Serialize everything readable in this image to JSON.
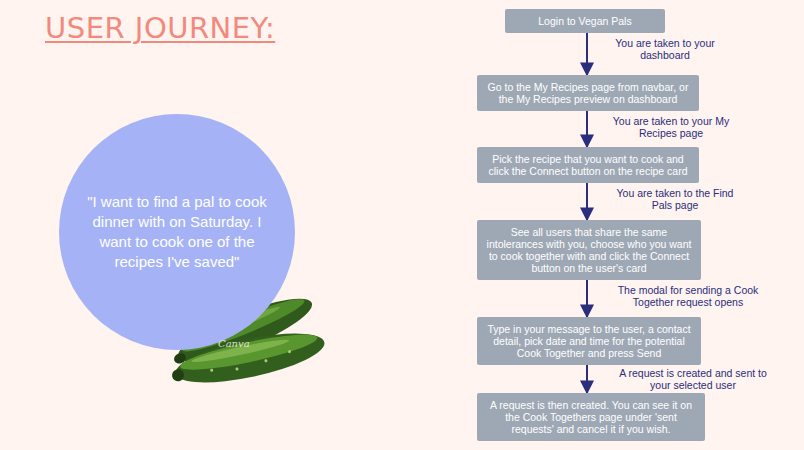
{
  "diagram": {
    "title": "USER JOURNEY:",
    "nodes": [
      {
        "text": [
          "\"I want to find a pal to cook dinner with on Saturday. I want to cook one of the recipes I've saved\""
        ]
      },
      {
        "text": [
          "Login to Vegan Pals"
        ]
      },
      {
        "text": [
          "Go to the My Recipes page from navbar, or the My Recipes preview on dashboard"
        ]
      },
      {
        "text": [
          "Pick the recipe that you want to cook and click the Connect button on the recipe card"
        ]
      },
      {
        "text": [
          "See all users that share the same intolerances with you, choose who you want to cook together with and click the Connect button on the user's card"
        ]
      },
      {
        "text": [
          "Type in your message to the user, a contact detail, pick date and time for the potential Cook Together and press Send"
        ]
      },
      {
        "text": [
          "A request is then created. You can see it on the Cook Togethers page under 'sent requests' and cancel it if you wish."
        ]
      }
    ],
    "edges": [
      {
        "from": 1,
        "to": 2,
        "arrow": "to",
        "label": "You are taken to your dashboard"
      },
      {
        "from": 2,
        "to": 3,
        "arrow": "to",
        "label": "You are taken to your My Recipes page"
      },
      {
        "from": 3,
        "to": 4,
        "arrow": "to",
        "label": "You are taken to the Find Pals page"
      },
      {
        "from": 4,
        "to": 5,
        "arrow": "to",
        "label": "The modal for sending a Cook Together request opens"
      },
      {
        "from": 5,
        "to": 6,
        "arrow": "to",
        "label": "A request is created and sent to your selected user"
      }
    ],
    "labels": [
      "Canva"
    ]
  }
}
